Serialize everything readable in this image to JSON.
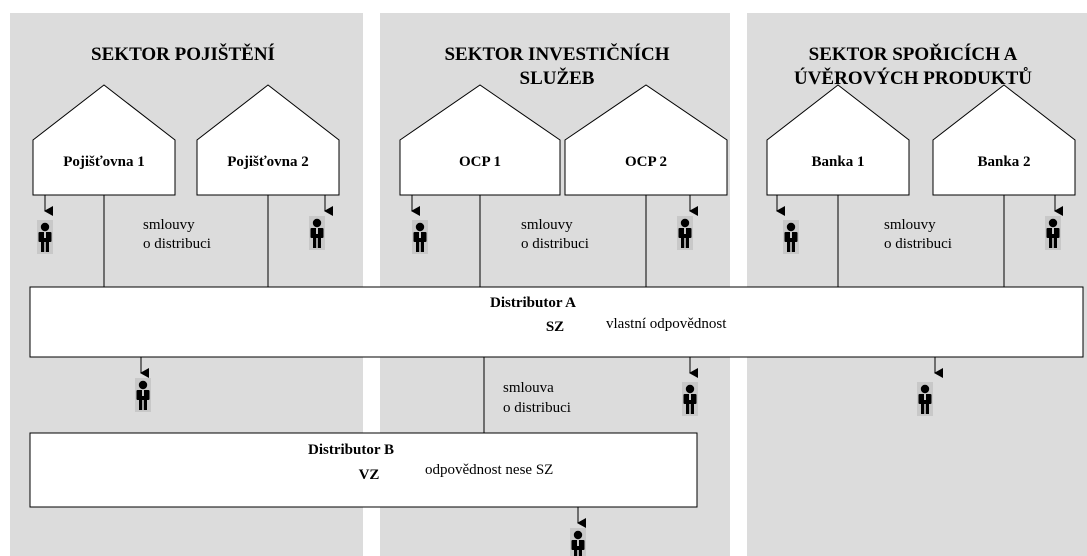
{
  "sectors": [
    {
      "id": "pojisteni",
      "title_lines": [
        "SEKTOR POJIŠTĚNÍ"
      ],
      "companies": [
        "Pojišťovna 1",
        "Pojišťovna 2"
      ]
    },
    {
      "id": "investicni",
      "title_lines": [
        "SEKTOR INVESTIČNÍCH",
        "SLUŽEB"
      ],
      "companies": [
        "OCP 1",
        "OCP 2"
      ]
    },
    {
      "id": "uverove",
      "title_lines": [
        "SEKTOR SPOŘICÍCH A",
        "ÚVĚROVÝCH PRODUKTŮ"
      ],
      "companies": [
        "Banka 1",
        "Banka 2"
      ]
    }
  ],
  "contract_labels": {
    "sector_1": [
      "smlouvy",
      "o distribuci"
    ],
    "sector_2": [
      "smlouvy",
      "o distribuci"
    ],
    "sector_3": [
      "smlouvy",
      "o distribuci"
    ],
    "a_to_b": [
      "smlouva",
      "o distribuci"
    ]
  },
  "distributor_a": {
    "lines": [
      "Distributor A",
      "SZ"
    ],
    "note": "vlastní odpovědnost"
  },
  "distributor_b": {
    "lines": [
      "Distributor B",
      "VZ"
    ],
    "note": "odpovědnost nese SZ"
  },
  "colors": {
    "sector_bg": "#dcdcdc",
    "line": "#000000",
    "box_fill": "#ffffff",
    "client_badge": "#c8c8c8"
  },
  "icons": {
    "client": "person-icon",
    "arrow": "arrow-down-icon"
  }
}
